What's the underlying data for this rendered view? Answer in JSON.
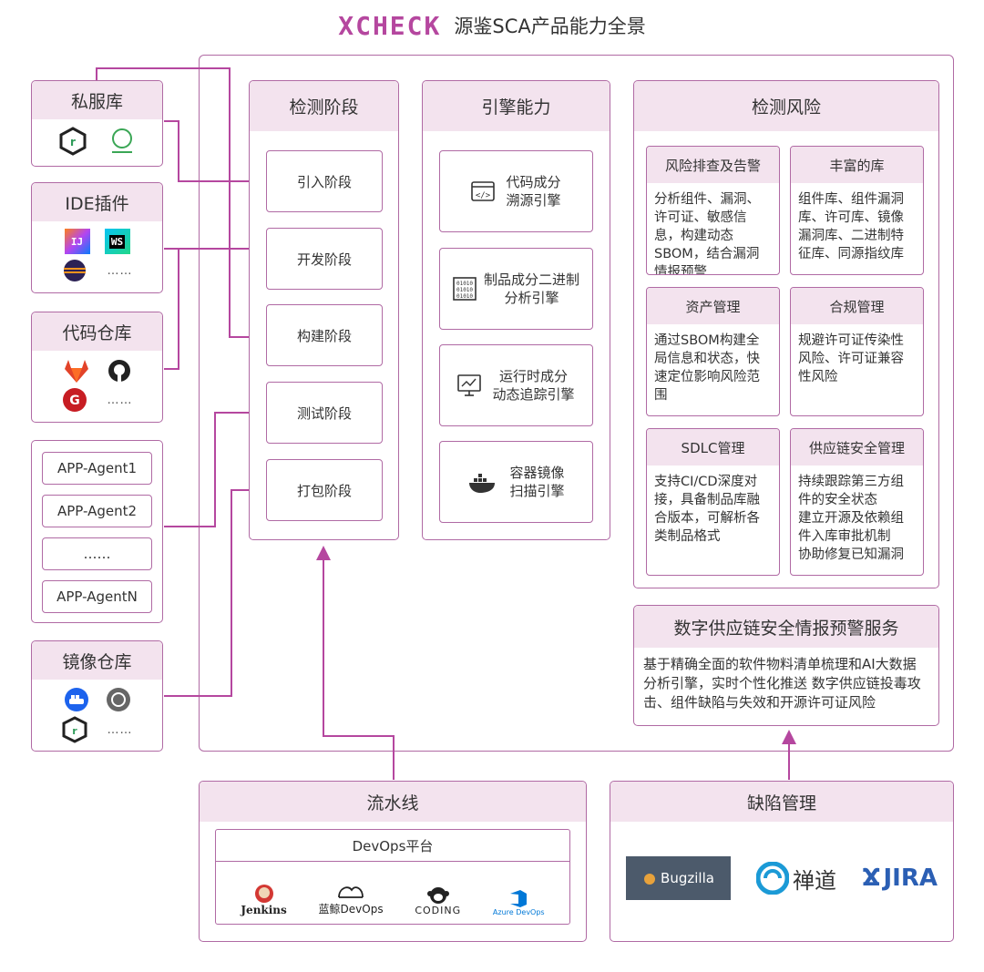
{
  "header": {
    "brand": "XCHECK",
    "title": "源鉴SCA产品能力全景"
  },
  "left": {
    "private_repo": {
      "title": "私服库"
    },
    "ide": {
      "title": "IDE插件",
      "ij": "IJ",
      "ws": "WS",
      "more": "……"
    },
    "code_repo": {
      "title": "代码仓库",
      "more": "……"
    },
    "agents": [
      "APP-Agent1",
      "APP-Agent2",
      "……",
      "APP-AgentN"
    ],
    "image_repo": {
      "title": "镜像仓库",
      "more": "……"
    }
  },
  "stages": {
    "title": "检测阶段",
    "items": [
      "引入阶段",
      "开发阶段",
      "构建阶段",
      "测试阶段",
      "打包阶段"
    ]
  },
  "engines": {
    "title": "引擎能力",
    "items": [
      {
        "line1": "代码成分",
        "line2": "溯源引擎",
        "icon": "code-icon"
      },
      {
        "line1": "制品成分二进制",
        "line2": "分析引擎",
        "icon": "binary-icon",
        "glyph": "01010\n01010\n01010"
      },
      {
        "line1": "运行时成分",
        "line2": "动态追踪引擎",
        "icon": "monitor-icon"
      },
      {
        "line1": "容器镜像",
        "line2": "扫描引擎",
        "icon": "docker-icon"
      }
    ]
  },
  "risks": {
    "title": "检测风险",
    "cards": [
      {
        "title": "风险排查及告警",
        "body": "分析组件、漏洞、许可证、敏感信息，构建动态SBOM，结合漏洞情报预警"
      },
      {
        "title": "丰富的库",
        "body": "组件库、组件漏洞库、许可库、镜像漏洞库、二进制特征库、同源指纹库"
      },
      {
        "title": "资产管理",
        "body": "通过SBOM构建全局信息和状态，快速定位影响风险范围"
      },
      {
        "title": "合规管理",
        "body": "规避许可证传染性风险、许可证兼容性风险"
      },
      {
        "title": "SDLC管理",
        "body": "支持CI/CD深度对接，具备制品库融合版本，可解析各类制品格式"
      },
      {
        "title": "供应链安全管理",
        "body": "持续跟踪第三方组件的安全状态\n建立开源及依赖组件入库审批机制\n协助修复已知漏洞"
      }
    ]
  },
  "intel": {
    "title": "数字供应链安全情报预警服务",
    "body": "基于精确全面的软件物料清单梳理和AI大数据分析引擎，实时个性化推送 数字供应链投毒攻击、组件缺陷与失效和开源许可证风险"
  },
  "pipeline": {
    "title": "流水线",
    "platform": "DevOps平台",
    "tools": [
      "Jenkins",
      "蓝鲸DevOps",
      "CODING",
      "Azure DevOps"
    ]
  },
  "defect": {
    "title": "缺陷管理",
    "tools": [
      "Bugzilla",
      "禅道",
      "JIRA"
    ]
  },
  "colors": {
    "accent": "#b06aa4",
    "line": "#b5479f",
    "head_bg": "#f3e3ee",
    "brand": "#b5479f"
  }
}
